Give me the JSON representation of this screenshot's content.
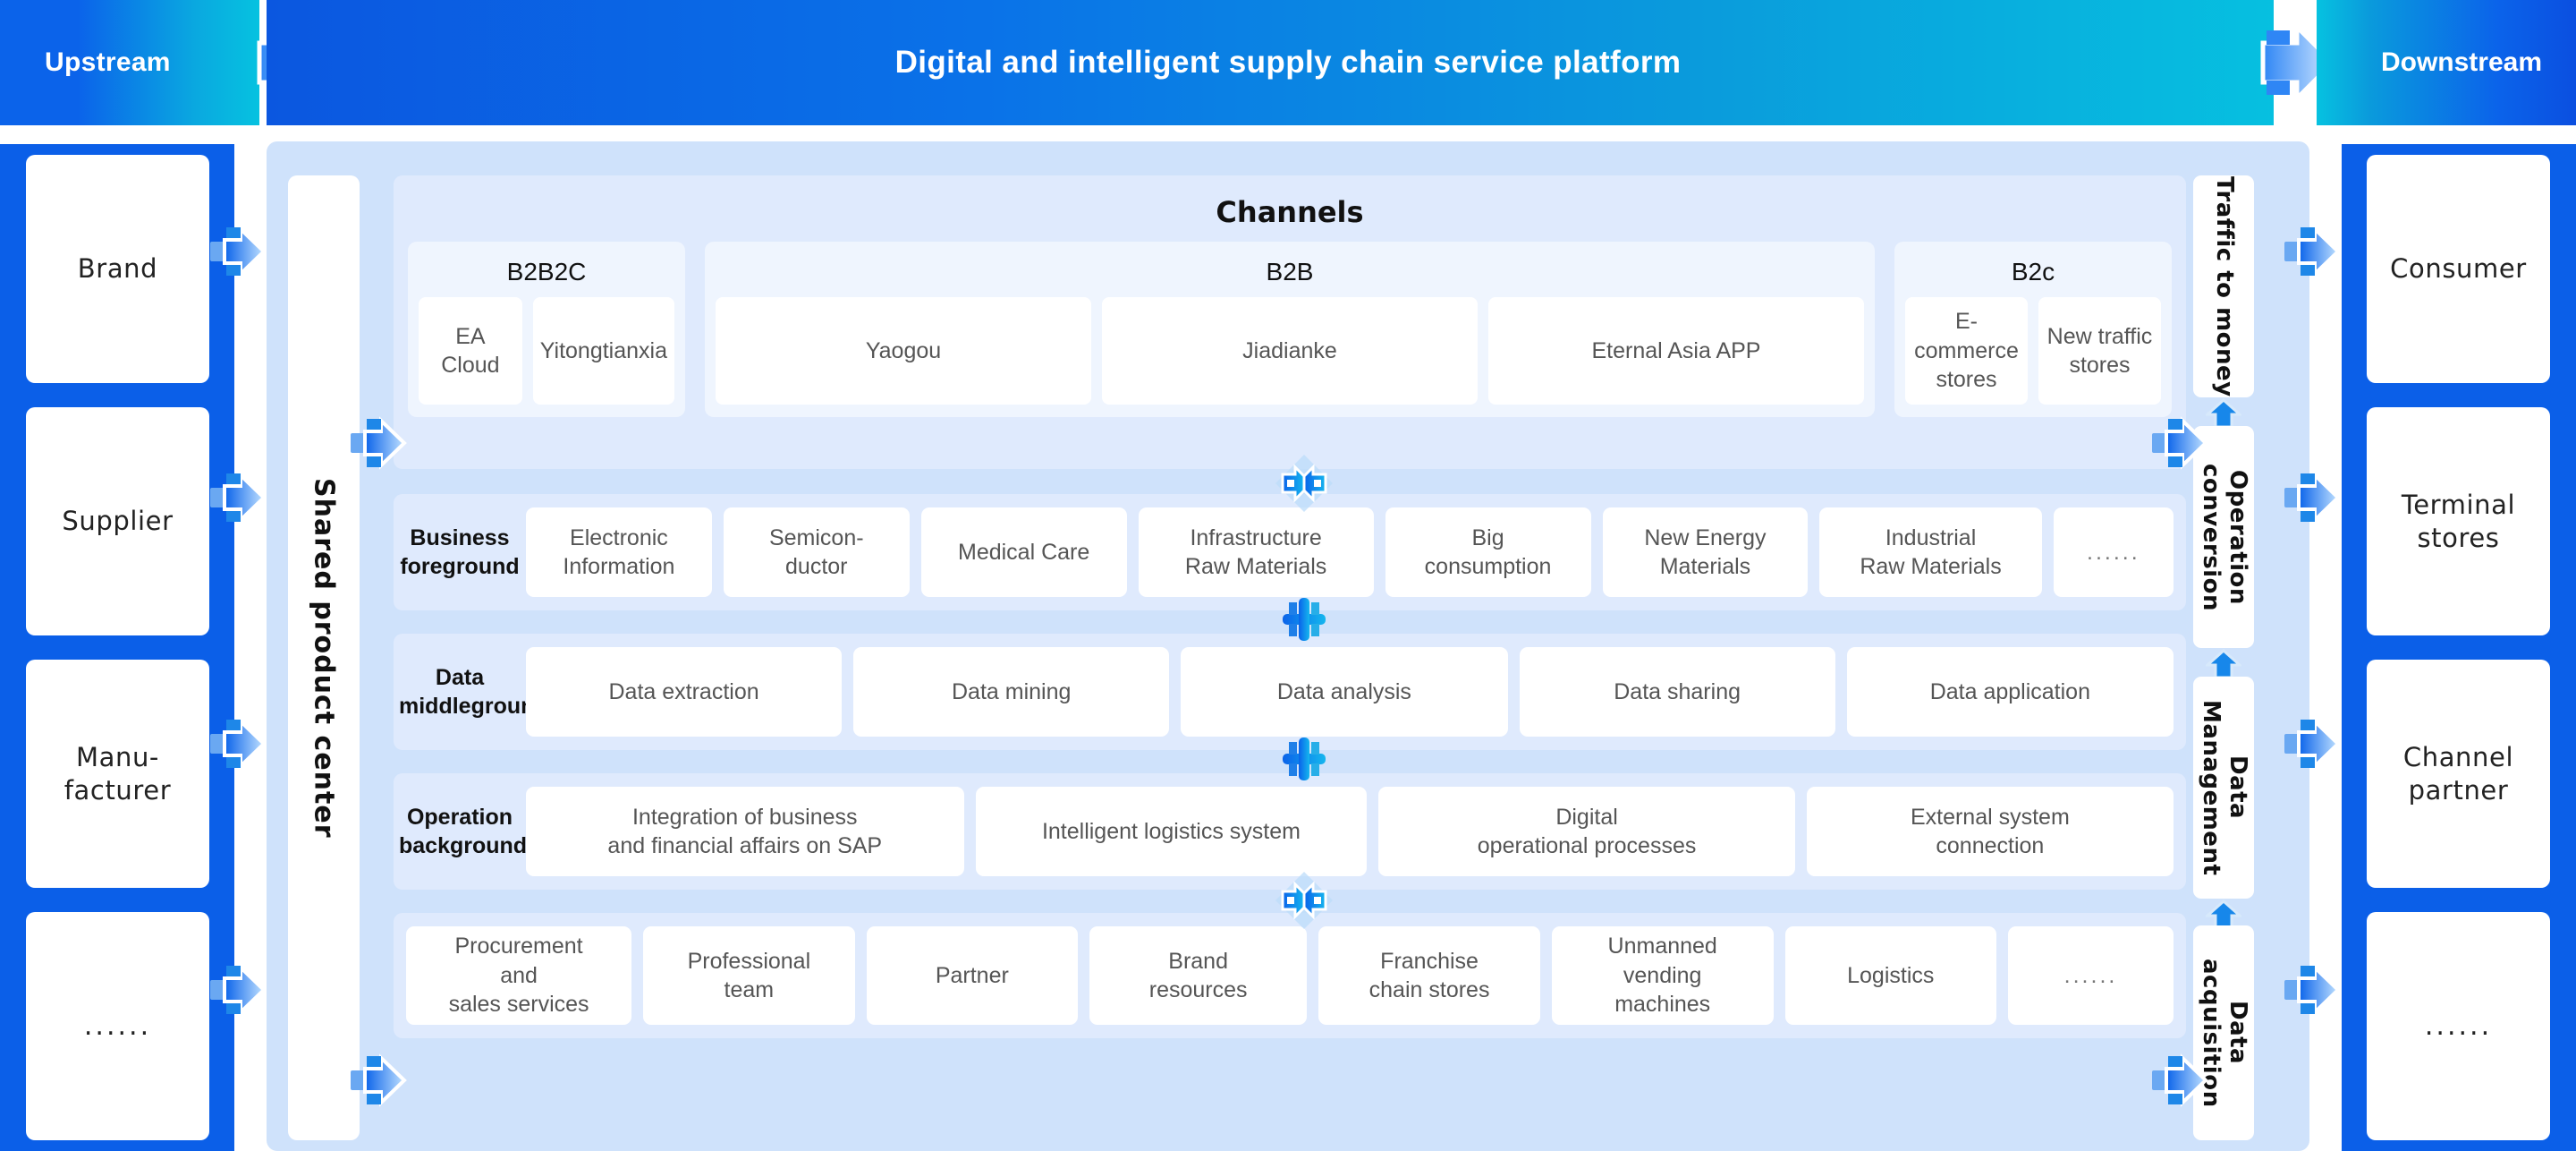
{
  "header": {
    "upstream_label": "Upstream",
    "title": "Digital and intelligent supply chain service platform",
    "downstream_label": "Downstream",
    "left_arrow_icon": "right-arrow-connector-icon",
    "right_arrow_icon": "right-arrow-connector-icon"
  },
  "upstream": {
    "items": [
      {
        "label": "Brand"
      },
      {
        "label": "Supplier"
      },
      {
        "label": "Manu-\nfacturer"
      },
      {
        "label": "......"
      }
    ]
  },
  "downstream": {
    "items": [
      {
        "label": "Consumer"
      },
      {
        "label": "Terminal\nstores"
      },
      {
        "label": "Channel\npartner"
      },
      {
        "label": "......"
      }
    ]
  },
  "shared_product_center": {
    "label": "Shared product center"
  },
  "channels": {
    "title": "Channels",
    "groups": [
      {
        "title": "B2B2C",
        "items": [
          "EA Cloud",
          "Yitongtianxia"
        ]
      },
      {
        "title": "B2B",
        "items": [
          "Yaogou",
          "Jiadianke",
          "Eternal Asia APP"
        ]
      },
      {
        "title": "B2c",
        "items": [
          "E-commerce stores",
          "New traffic stores"
        ]
      }
    ]
  },
  "rows": [
    {
      "label": "Business\nforeground",
      "items": [
        "Electronic\nInformation",
        "Semicon-\nductor",
        "Medical Care",
        "Infrastructure\nRaw Materials",
        "Big\nconsumption",
        "New Energy\nMaterials",
        "Industrial\nRaw Materials",
        "......"
      ]
    },
    {
      "label": "Data\nmiddleground",
      "items": [
        "Data extraction",
        "Data mining",
        "Data analysis",
        "Data sharing",
        "Data application"
      ]
    },
    {
      "label": "Operation\nbackground",
      "items": [
        "Integration of business\nand financial affairs on SAP",
        "Intelligent logistics system",
        "Digital\noperational processes",
        "External system\nconnection"
      ]
    },
    {
      "label": "",
      "items": [
        "Procurement\nand\nsales services",
        "Professional\nteam",
        "Partner",
        "Brand\nresources",
        "Franchise\nchain stores",
        "Unmanned\nvending\nmachines",
        "Logistics",
        "......"
      ]
    }
  ],
  "rail": {
    "items": [
      {
        "label": "Traffic to money"
      },
      {
        "label": "Operation conversion"
      },
      {
        "label": "Data Management"
      },
      {
        "label": "Data acquisition"
      }
    ],
    "arrow_icon": "up-arrow-icon"
  },
  "connectors": {
    "channels_to_business": "online-exchange-icon",
    "business_to_middleground": "plus-connector-icon",
    "middleground_to_opsbg": "plus-connector-icon",
    "opsbg_to_bottom": "online-exchange-icon"
  },
  "colors": {
    "brand_blue": "#0b5fe8",
    "cyan": "#06c2e0",
    "panel_bg": "#cfe2fb",
    "row_bg": "#dfeafd",
    "group_bg": "#eff5fe",
    "card_white": "#ffffff",
    "text_dark": "#111111",
    "text_gray": "#555555"
  }
}
